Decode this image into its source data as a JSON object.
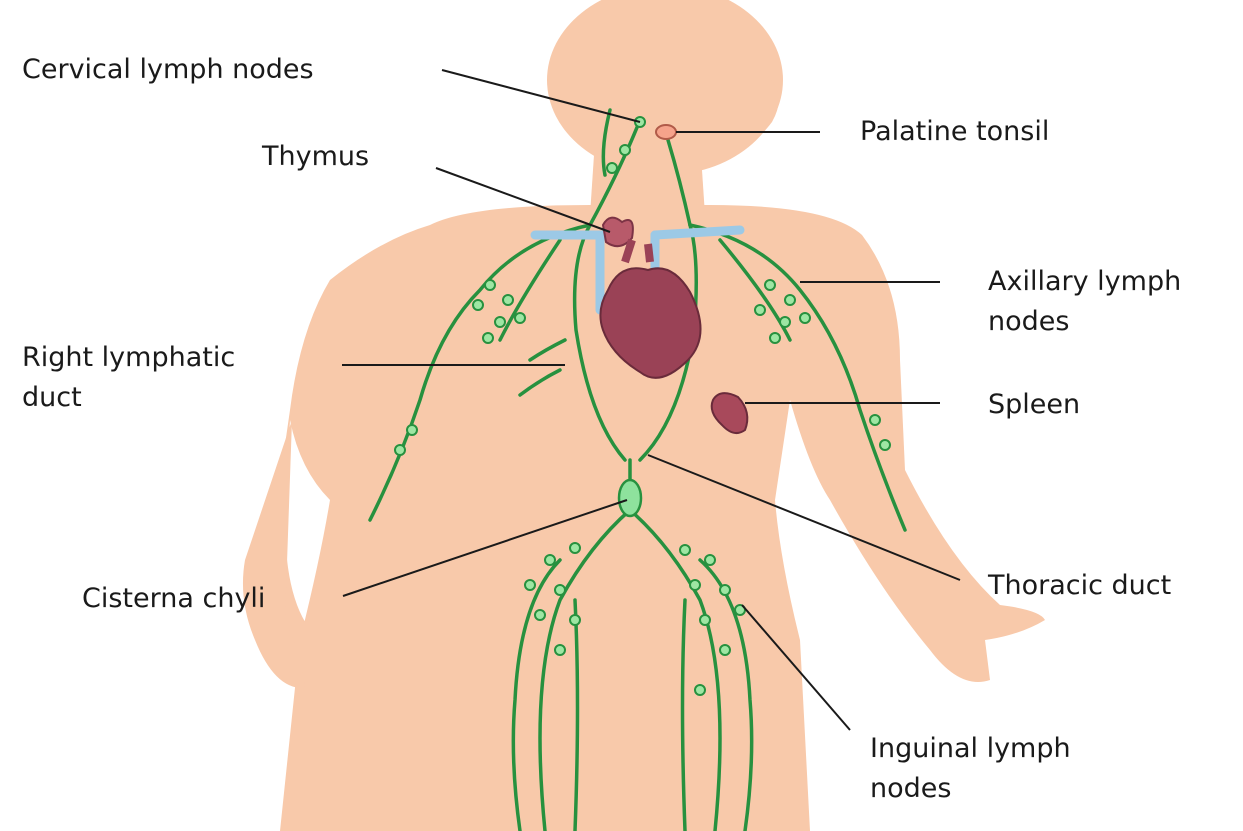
{
  "colors": {
    "skin": "#f8c9aa",
    "lymph": "#27913f",
    "node_fill": "#9ee6a3",
    "heart": "#9a4256",
    "vessel": "#9cc9e6",
    "leader": "#1a1a1a"
  },
  "labels": {
    "cervical": "Cervical lymph nodes",
    "thymus": "Thymus",
    "right_lymphatic": [
      "Right lymphatic",
      "duct"
    ],
    "cisterna": "Cisterna chyli",
    "palatine": "Palatine tonsil",
    "axillary": [
      "Axillary lymph",
      "nodes"
    ],
    "spleen": "Spleen",
    "thoracic": "Thoracic duct",
    "inguinal": [
      "Inguinal lymph",
      "nodes"
    ]
  }
}
